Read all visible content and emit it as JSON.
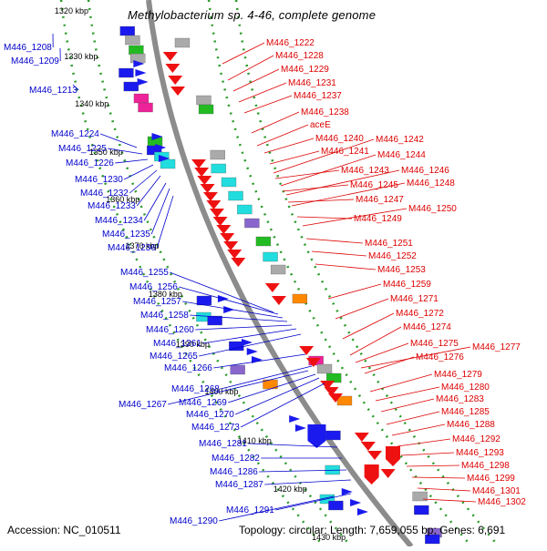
{
  "title": "Methylobacterium sp. 4-46, complete genome",
  "footer": {
    "accession": "Accession: NC_010511",
    "topology": "Topology: circular; Length: 7,659,055 bp; Genes: 6,691"
  },
  "colors": {
    "left_label": "#0000cc",
    "right_label": "#dd0000",
    "backbone": "#8c8c8c",
    "dots": "#2a9a2a",
    "blue_gene": "#1a1aee",
    "red_gene": "#ee1111",
    "cyan_block": "#22dddd",
    "green_block": "#22bb22",
    "magenta_block": "#ee2299",
    "orange_block": "#ff8800",
    "gray_block": "#aaaaaa",
    "purple_block": "#8866cc"
  },
  "scale_labels": [
    "1320 kbp",
    "1330 kbp",
    "1340 kbp",
    "1350 kbp",
    "1360 kbp",
    "1370 kbp",
    "1380 kbp",
    "1390 kbp",
    "1400 kbp",
    "1410 kbp",
    "1420 kbp",
    "1430 kbp"
  ],
  "left_genes": [
    "M446_1208",
    "M446_1209",
    "M446_1213",
    "M446_1224",
    "M446_1225",
    "M446_1226",
    "M446_1230",
    "M446_1232",
    "M446_1233",
    "M446_1234",
    "M446_1235",
    "M446_1236",
    "M446_1255",
    "M446_1256",
    "M446_1257",
    "M446_1258",
    "M446_1260",
    "M446_1261",
    "M446_1265",
    "M446_1266",
    "M446_1268",
    "M446_1267",
    "M446_1269",
    "M446_1270",
    "M446_1273",
    "M446_1281",
    "M446_1282",
    "M446_1286",
    "M446_1287",
    "M446_1291",
    "M446_1290"
  ],
  "right_genes": [
    "M446_1222",
    "M446_1228",
    "M446_1229",
    "M446_1231",
    "M446_1237",
    "M446_1238",
    "aceE",
    "M446_1240",
    "M446_1242",
    "M446_1241",
    "M446_1244",
    "M446_1243",
    "M446_1246",
    "M446_1245",
    "M446_1248",
    "M446_1247",
    "M446_1249",
    "M446_1250",
    "M446_1251",
    "M446_1252",
    "M446_1253",
    "M446_1259",
    "M446_1271",
    "M446_1272",
    "M446_1274",
    "M446_1275",
    "M446_1277",
    "M446_1276",
    "M446_1279",
    "M446_1280",
    "M446_1283",
    "M446_1285",
    "M446_1288",
    "M446_1292",
    "M446_1293",
    "M446_1298",
    "M446_1299",
    "M446_1301",
    "M446_1302"
  ]
}
